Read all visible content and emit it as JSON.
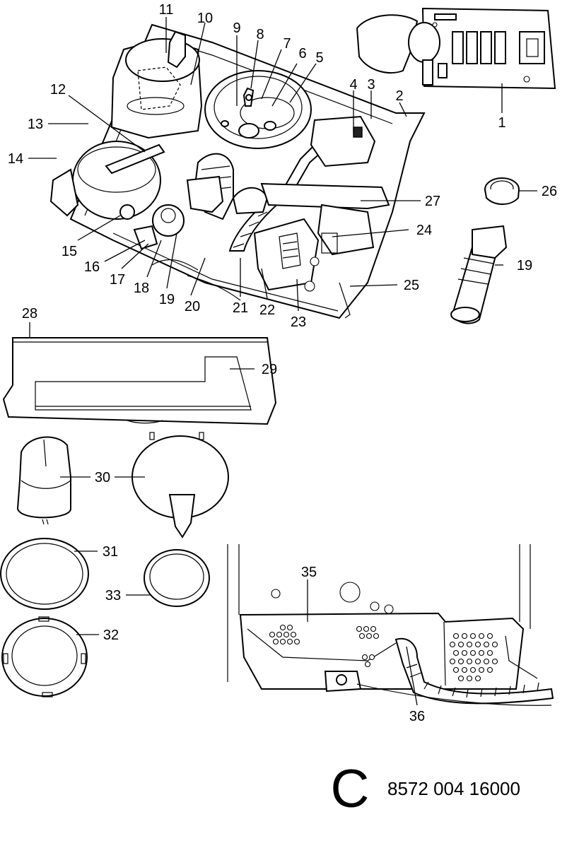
{
  "sheet": {
    "section_letter": "C",
    "part_number": "8572 004 16000"
  },
  "callouts": [
    {
      "id": "c1",
      "label": "1"
    },
    {
      "id": "c2",
      "label": "2"
    },
    {
      "id": "c3",
      "label": "3"
    },
    {
      "id": "c4",
      "label": "4"
    },
    {
      "id": "c5",
      "label": "5"
    },
    {
      "id": "c6",
      "label": "6"
    },
    {
      "id": "c7",
      "label": "7"
    },
    {
      "id": "c8",
      "label": "8"
    },
    {
      "id": "c9",
      "label": "9"
    },
    {
      "id": "c10",
      "label": "10"
    },
    {
      "id": "c11",
      "label": "11"
    },
    {
      "id": "c12",
      "label": "12"
    },
    {
      "id": "c13",
      "label": "13"
    },
    {
      "id": "c14",
      "label": "14"
    },
    {
      "id": "c15",
      "label": "15"
    },
    {
      "id": "c16",
      "label": "16"
    },
    {
      "id": "c17",
      "label": "17"
    },
    {
      "id": "c18",
      "label": "18"
    },
    {
      "id": "c19a",
      "label": "19"
    },
    {
      "id": "c19b",
      "label": "19"
    },
    {
      "id": "c20",
      "label": "20"
    },
    {
      "id": "c21",
      "label": "21"
    },
    {
      "id": "c22",
      "label": "22"
    },
    {
      "id": "c23",
      "label": "23"
    },
    {
      "id": "c24",
      "label": "24"
    },
    {
      "id": "c25",
      "label": "25"
    },
    {
      "id": "c26",
      "label": "26"
    },
    {
      "id": "c27",
      "label": "27"
    },
    {
      "id": "c28",
      "label": "28"
    },
    {
      "id": "c29",
      "label": "29"
    },
    {
      "id": "c30",
      "label": "30"
    },
    {
      "id": "c31",
      "label": "31"
    },
    {
      "id": "c32",
      "label": "32"
    },
    {
      "id": "c33",
      "label": "33"
    },
    {
      "id": "c35",
      "label": "35"
    },
    {
      "id": "c36",
      "label": "36"
    }
  ]
}
